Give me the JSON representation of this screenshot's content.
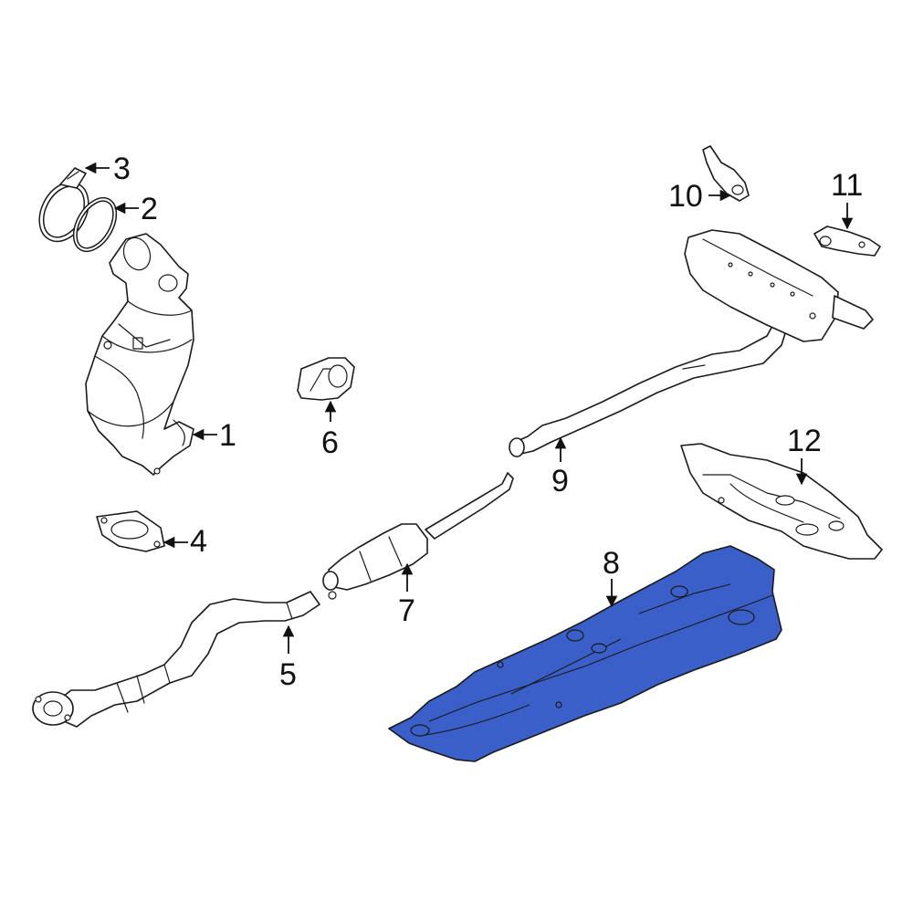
{
  "diagram": {
    "highlight_color": "#3a5fc8",
    "highlighted_part": "8",
    "callouts": [
      {
        "id": "c1",
        "label": "1"
      },
      {
        "id": "c2",
        "label": "2"
      },
      {
        "id": "c3",
        "label": "3"
      },
      {
        "id": "c4",
        "label": "4"
      },
      {
        "id": "c5",
        "label": "5"
      },
      {
        "id": "c6",
        "label": "6"
      },
      {
        "id": "c7",
        "label": "7"
      },
      {
        "id": "c8",
        "label": "8"
      },
      {
        "id": "c9",
        "label": "9"
      },
      {
        "id": "c10",
        "label": "10"
      },
      {
        "id": "c11",
        "label": "11"
      },
      {
        "id": "c12",
        "label": "12"
      }
    ]
  }
}
